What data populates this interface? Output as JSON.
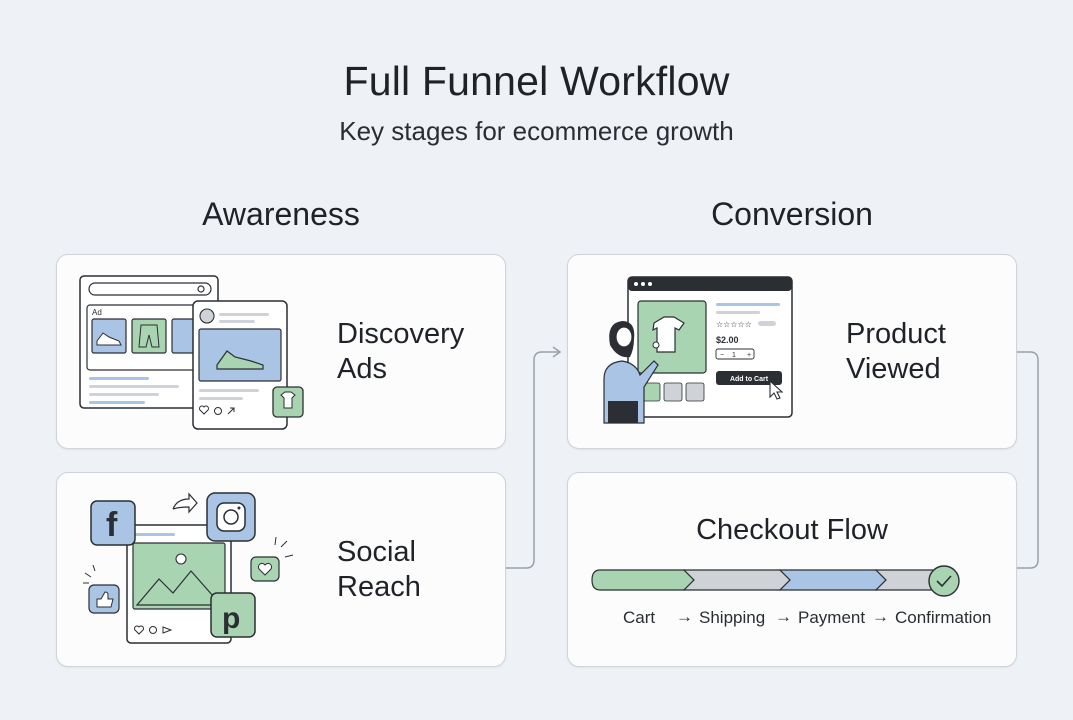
{
  "header": {
    "title": "Full Funnel Workflow",
    "subtitle": "Key stages for ecommerce growth"
  },
  "columns": {
    "left_heading": "Awareness",
    "right_heading": "Conversion"
  },
  "cards": {
    "discovery": {
      "line1": "Discovery",
      "line2": "Ads",
      "ad_tag": "Ad"
    },
    "social": {
      "line1": "Social",
      "line2": "Reach"
    },
    "product": {
      "line1": "Product",
      "line2": "Viewed",
      "price": "$2.00",
      "qty": "1",
      "add_to_cart": "Add to Cart"
    },
    "checkout": {
      "title": "Checkout Flow",
      "steps": [
        "Cart",
        "Shipping",
        "Payment",
        "Confirmation"
      ]
    }
  },
  "colors": {
    "green": "#a9d4b1",
    "blue": "#a9c4e4",
    "gray": "#cfd3d8",
    "outline": "#2b2f33"
  }
}
